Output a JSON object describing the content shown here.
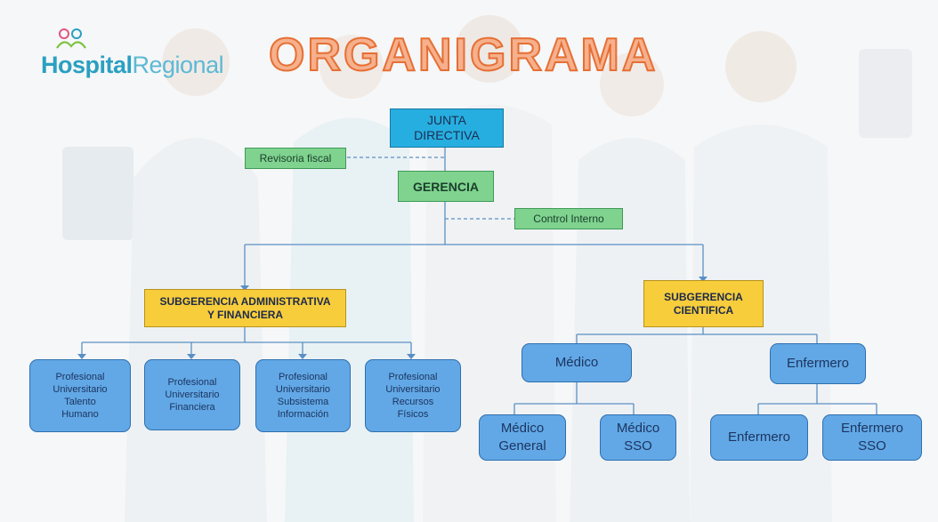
{
  "header": {
    "logo_bold": "Hospital",
    "logo_light": "Regional",
    "title": "ORGANIGRAMA"
  },
  "nodes": {
    "junta": "JUNTA\nDIRECTIVA",
    "revisoria": "Revisoria fiscal",
    "gerencia": "GERENCIA",
    "control": "Control Interno",
    "sub_admin": "SUBGERENCIA ADMINISTRATIVA\nY FINANCIERA",
    "sub_cient": "SUBGERENCIA\nCIENTIFICA",
    "prof_talento": "Profesional\nUniversitario\nTalento\nHumano",
    "prof_financiera": "Profesional\nUniversitario\nFinanciera",
    "prof_subsistema": "Profesional\nUniversitario\nSubsistema\nInformación",
    "prof_recursos": "Profesional\nUniversitario\nRecursos\nFísicos",
    "medico": "Médico",
    "enfermero_head": "Enfermero",
    "medico_general": "Médico\nGeneral",
    "medico_sso": "Médico\nSSO",
    "enfermero": "Enfermero",
    "enfermero_sso": "Enfermero\nSSO"
  },
  "colors": {
    "junta": "#27aee0",
    "staff": "#7fd38f",
    "subgerencia": "#f7cd3c",
    "units": "#62a8e6",
    "connector": "#5b8fc4",
    "title": "#e66f34"
  }
}
